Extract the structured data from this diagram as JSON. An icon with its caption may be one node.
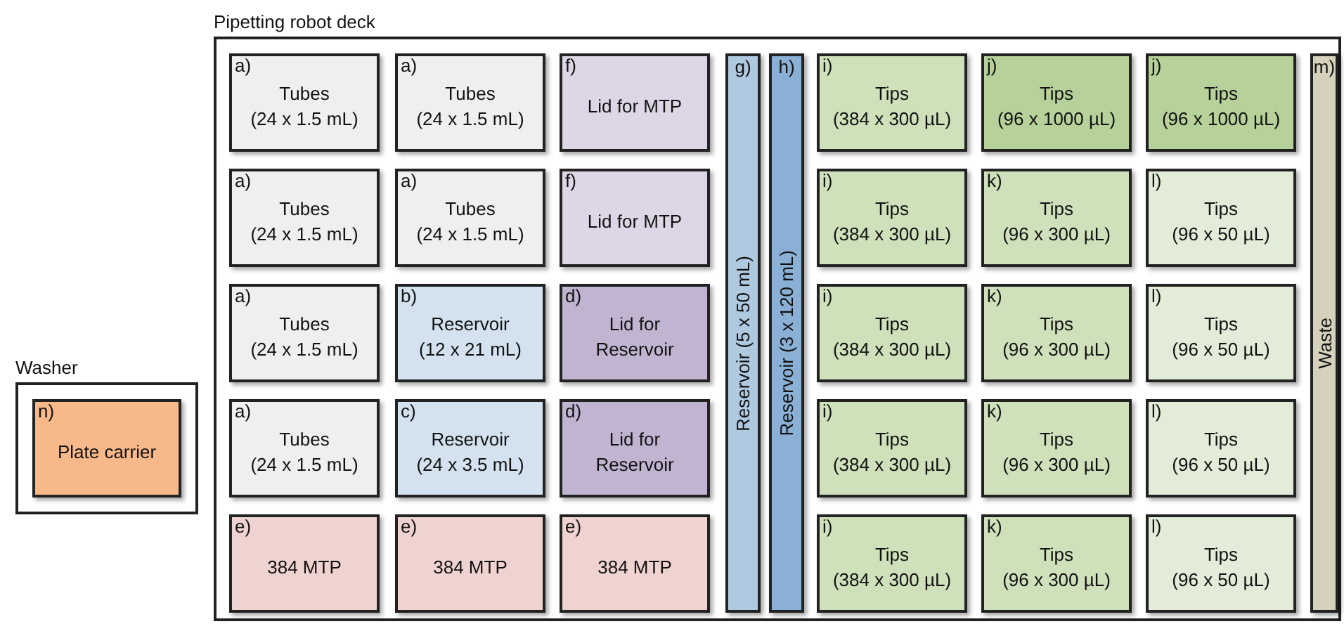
{
  "diagram": {
    "nodes": [
      {
        "text": [
          "Pipetting robot deck"
        ]
      },
      {
        "text": [
          "a)",
          "Tubes (24 x 1.5 mL)"
        ],
        "in": 0
      },
      {
        "text": [
          "a)",
          "Tubes (24 x 1.5 mL)"
        ],
        "in": 0
      },
      {
        "text": [
          "f)",
          "Lid for MTP"
        ],
        "in": 0
      },
      {
        "text": [
          "g)",
          "Reservoir (5 x 50 mL)"
        ],
        "in": 0
      },
      {
        "text": [
          "h)",
          "Reservoir (3 x 120 mL)"
        ],
        "in": 0
      },
      {
        "text": [
          "i)",
          "Tips (384 x 300 µL)"
        ],
        "in": 0
      },
      {
        "text": [
          "j)",
          "Tips (96 x 1000 µL)"
        ],
        "in": 0
      },
      {
        "text": [
          "j)",
          "Tips (96 x 1000 µL)"
        ],
        "in": 0
      },
      {
        "text": [
          "m)",
          "Waste"
        ],
        "in": 0
      },
      {
        "text": [
          "a)",
          "Tubes (24 x 1.5 mL)"
        ],
        "in": 0
      },
      {
        "text": [
          "a)",
          "Tubes (24 x 1.5 mL)"
        ],
        "in": 0
      },
      {
        "text": [
          "f)",
          "Lid for MTP"
        ],
        "in": 0
      },
      {
        "text": [
          "i)",
          "Tips (384 x 300 µL)"
        ],
        "in": 0
      },
      {
        "text": [
          "k)",
          "Tips (96 x 300 µL)"
        ],
        "in": 0
      },
      {
        "text": [
          "l)",
          "Tips (96 x 50 µL)"
        ],
        "in": 0
      },
      {
        "text": [
          "a)",
          "Tubes (24 x 1.5 mL)"
        ],
        "in": 0
      },
      {
        "text": [
          "b)",
          "Reservoir (12 x 21 mL)"
        ],
        "in": 0
      },
      {
        "text": [
          "d)",
          "Lid for Reservoir"
        ],
        "in": 0
      },
      {
        "text": [
          "i)",
          "Tips (384 x 300 µL)"
        ],
        "in": 0
      },
      {
        "text": [
          "k)",
          "Tips (96 x 300 µL)"
        ],
        "in": 0
      },
      {
        "text": [
          "l)",
          "Tips (96 x 50 µL)"
        ],
        "in": 0
      },
      {
        "text": [
          "a)",
          "Tubes (24 x 1.5 mL)"
        ],
        "in": 0
      },
      {
        "text": [
          "c)",
          "Reservoir (24 x 3.5 mL)"
        ],
        "in": 0
      },
      {
        "text": [
          "d)",
          "Lid for Reservoir"
        ],
        "in": 0
      },
      {
        "text": [
          "i)",
          "Tips (384 x 300 µL)"
        ],
        "in": 0
      },
      {
        "text": [
          "k)",
          "Tips (96 x 300 µL)"
        ],
        "in": 0
      },
      {
        "text": [
          "l)",
          "Tips (96 x 50 µL)"
        ],
        "in": 0
      },
      {
        "text": [
          "e)",
          "384 MTP"
        ],
        "in": 0
      },
      {
        "text": [
          "e)",
          "384 MTP"
        ],
        "in": 0
      },
      {
        "text": [
          "e)",
          "384 MTP"
        ],
        "in": 0
      },
      {
        "text": [
          "i)",
          "Tips (384 x 300 µL)"
        ],
        "in": 0
      },
      {
        "text": [
          "k)",
          "Tips (96 x 300 µL)"
        ],
        "in": 0
      },
      {
        "text": [
          "l)",
          "Tips (96 x 50 µL)"
        ],
        "in": 0
      },
      {
        "text": [
          "Washer"
        ]
      },
      {
        "text": [
          "n)",
          "Plate carrier"
        ],
        "in": 34
      }
    ]
  }
}
